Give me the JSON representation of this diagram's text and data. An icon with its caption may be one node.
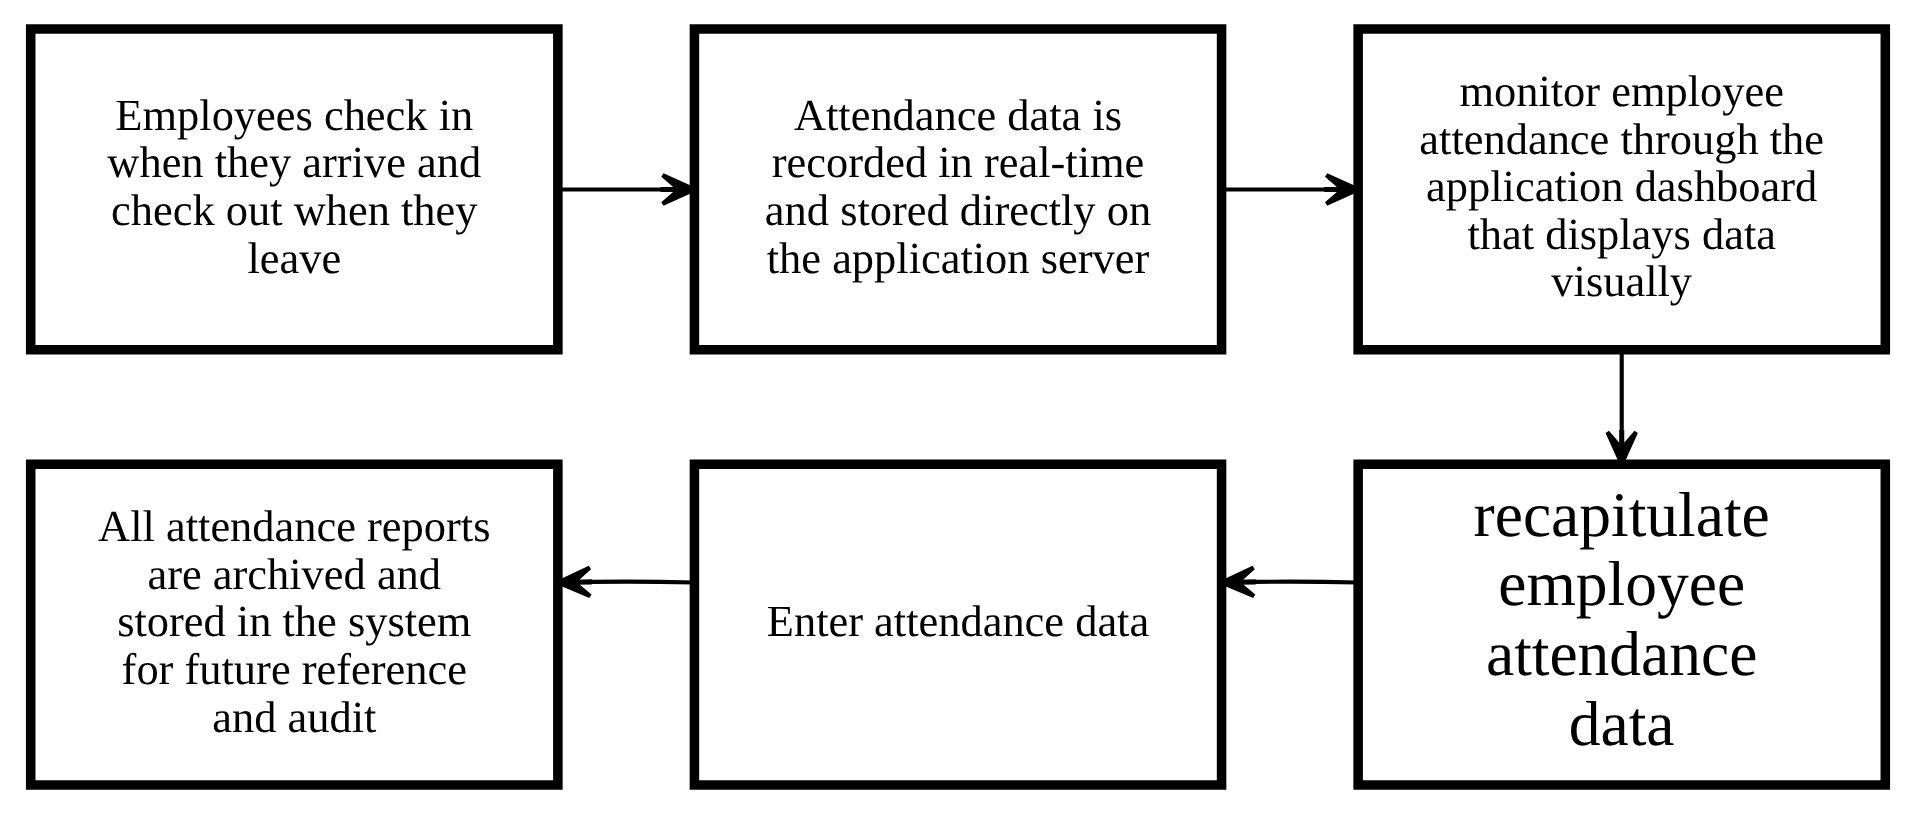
{
  "diagram": {
    "nodes": [
      {
        "text": [
          "Employees check in when they arrive and check out when they leave"
        ]
      },
      {
        "text": [
          "Attendance data is recorded in real-time and stored directly on the application server"
        ]
      },
      {
        "text": [
          "monitor employee attendance through the application dashboard that displays data visually"
        ]
      },
      {
        "text": [
          "recapitulate employee attendance data"
        ]
      },
      {
        "text": [
          "Enter attendance data"
        ]
      },
      {
        "text": [
          "All attendance reports are archived and stored in the system for future reference and audit"
        ]
      }
    ],
    "edges": [
      {
        "from": 0,
        "to": 1,
        "arrow": "to"
      },
      {
        "from": 1,
        "to": 2,
        "arrow": "to"
      },
      {
        "from": 2,
        "to": 3,
        "arrow": "to"
      },
      {
        "from": 3,
        "to": 4,
        "arrow": "to"
      },
      {
        "from": 4,
        "to": 5,
        "arrow": "to"
      }
    ]
  }
}
